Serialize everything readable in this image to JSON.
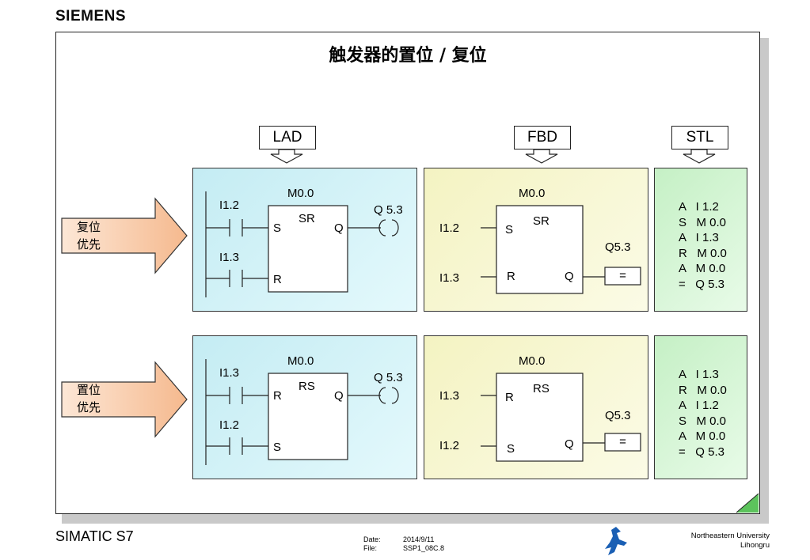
{
  "header": {
    "brand": "SIEMENS"
  },
  "slide": {
    "title": "触发器的置位 / 复位",
    "languages": [
      "LAD",
      "FBD",
      "STL"
    ]
  },
  "rows": [
    {
      "priority_label": [
        "复位",
        "优先"
      ],
      "lad": {
        "marker": "M0.0",
        "block": "SR",
        "top_contact": "I1.2",
        "bottom_contact": "I1.3",
        "top_pin": "S",
        "bottom_pin": "R",
        "out_pin": "Q",
        "coil": "Q 5.3"
      },
      "fbd": {
        "marker": "M0.0",
        "block": "SR",
        "top_input": "I1.2",
        "bottom_input": "I1.3",
        "top_pin": "S",
        "bottom_pin": "R",
        "out_pin": "Q",
        "output": "Q5.3",
        "assign": "="
      },
      "stl": [
        "A   I 1.2",
        "S   M 0.0",
        "A   I 1.3",
        "R   M 0.0",
        "A   M 0.0",
        "=   Q 5.3"
      ]
    },
    {
      "priority_label": [
        "置位",
        "优先"
      ],
      "lad": {
        "marker": "M0.0",
        "block": "RS",
        "top_contact": "I1.3",
        "bottom_contact": "I1.2",
        "top_pin": "R",
        "bottom_pin": "S",
        "out_pin": "Q",
        "coil": "Q 5.3"
      },
      "fbd": {
        "marker": "M0.0",
        "block": "RS",
        "top_input": "I1.3",
        "bottom_input": "I1.2",
        "top_pin": "R",
        "bottom_pin": "S",
        "out_pin": "Q",
        "output": "Q5.3",
        "assign": "="
      },
      "stl": [
        "A   I 1.3",
        "R   M 0.0",
        "A   I 1.2",
        "S   M 0.0",
        "A   M 0.0",
        "=   Q 5.3"
      ]
    }
  ],
  "footer": {
    "product": "SIMATIC S7",
    "date_label": "Date:",
    "date": "2014/9/11",
    "file_label": "File:",
    "file": "SSP1_08C.8",
    "org": "Northeastern University",
    "author": "Lihongru"
  },
  "colors": {
    "lad_panel": "#d6f4f8",
    "fbd_panel": "#f8f7d6",
    "stl_panel": "#d9f6d9",
    "arrow": "#f7c9a5",
    "logo": "#1a5fb4"
  }
}
